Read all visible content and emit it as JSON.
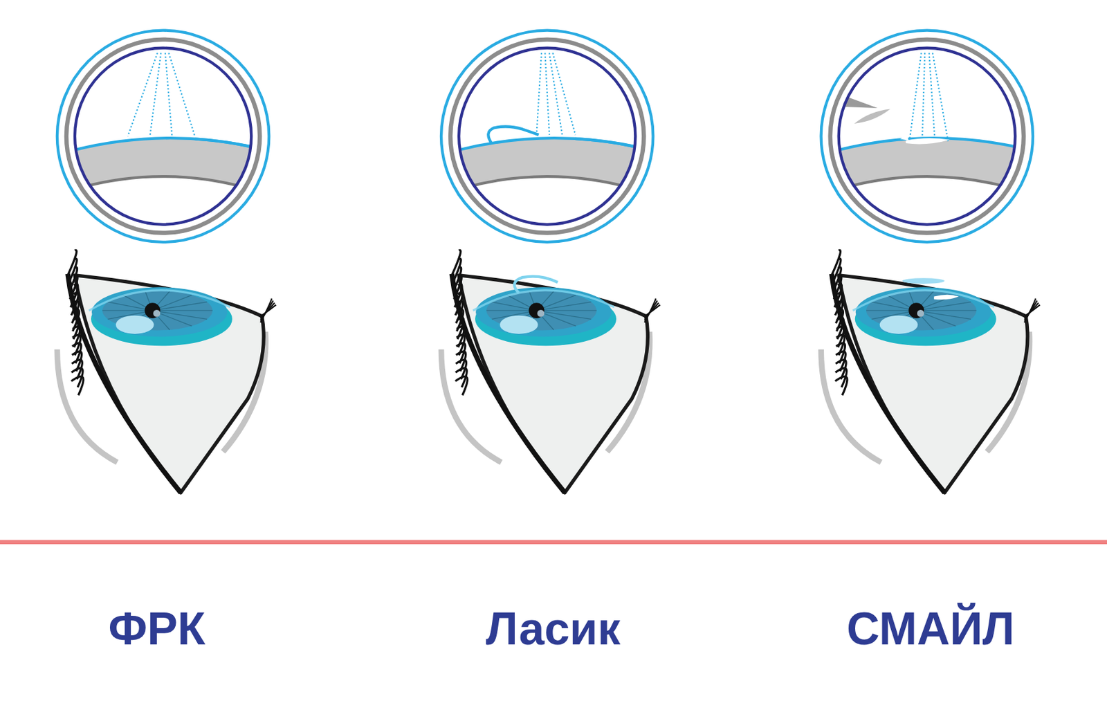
{
  "diagram": {
    "labels": [
      "ФРК",
      "Ласик",
      "СМАЙЛ"
    ]
  }
}
